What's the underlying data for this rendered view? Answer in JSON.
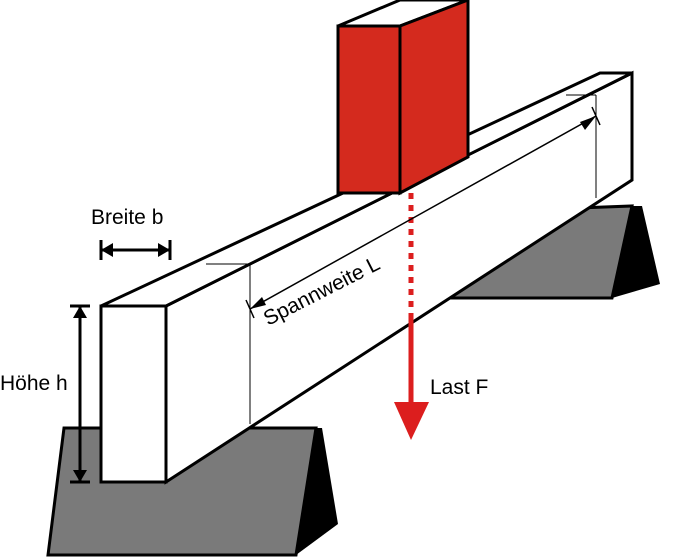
{
  "labels": {
    "width": "Breite b",
    "height": "Höhe h",
    "span": "Spannweite L",
    "load": "Last F"
  },
  "colors": {
    "load_block": "#d42a1e",
    "load_arrow": "#dc1e1e",
    "support_front": "#7a7a7a",
    "support_side": "#000000",
    "beam": "#ffffff",
    "outline": "#000000"
  },
  "icons": {
    "load_arrow": "arrow-down-icon",
    "dimension_arrow": "double-arrow-icon"
  }
}
